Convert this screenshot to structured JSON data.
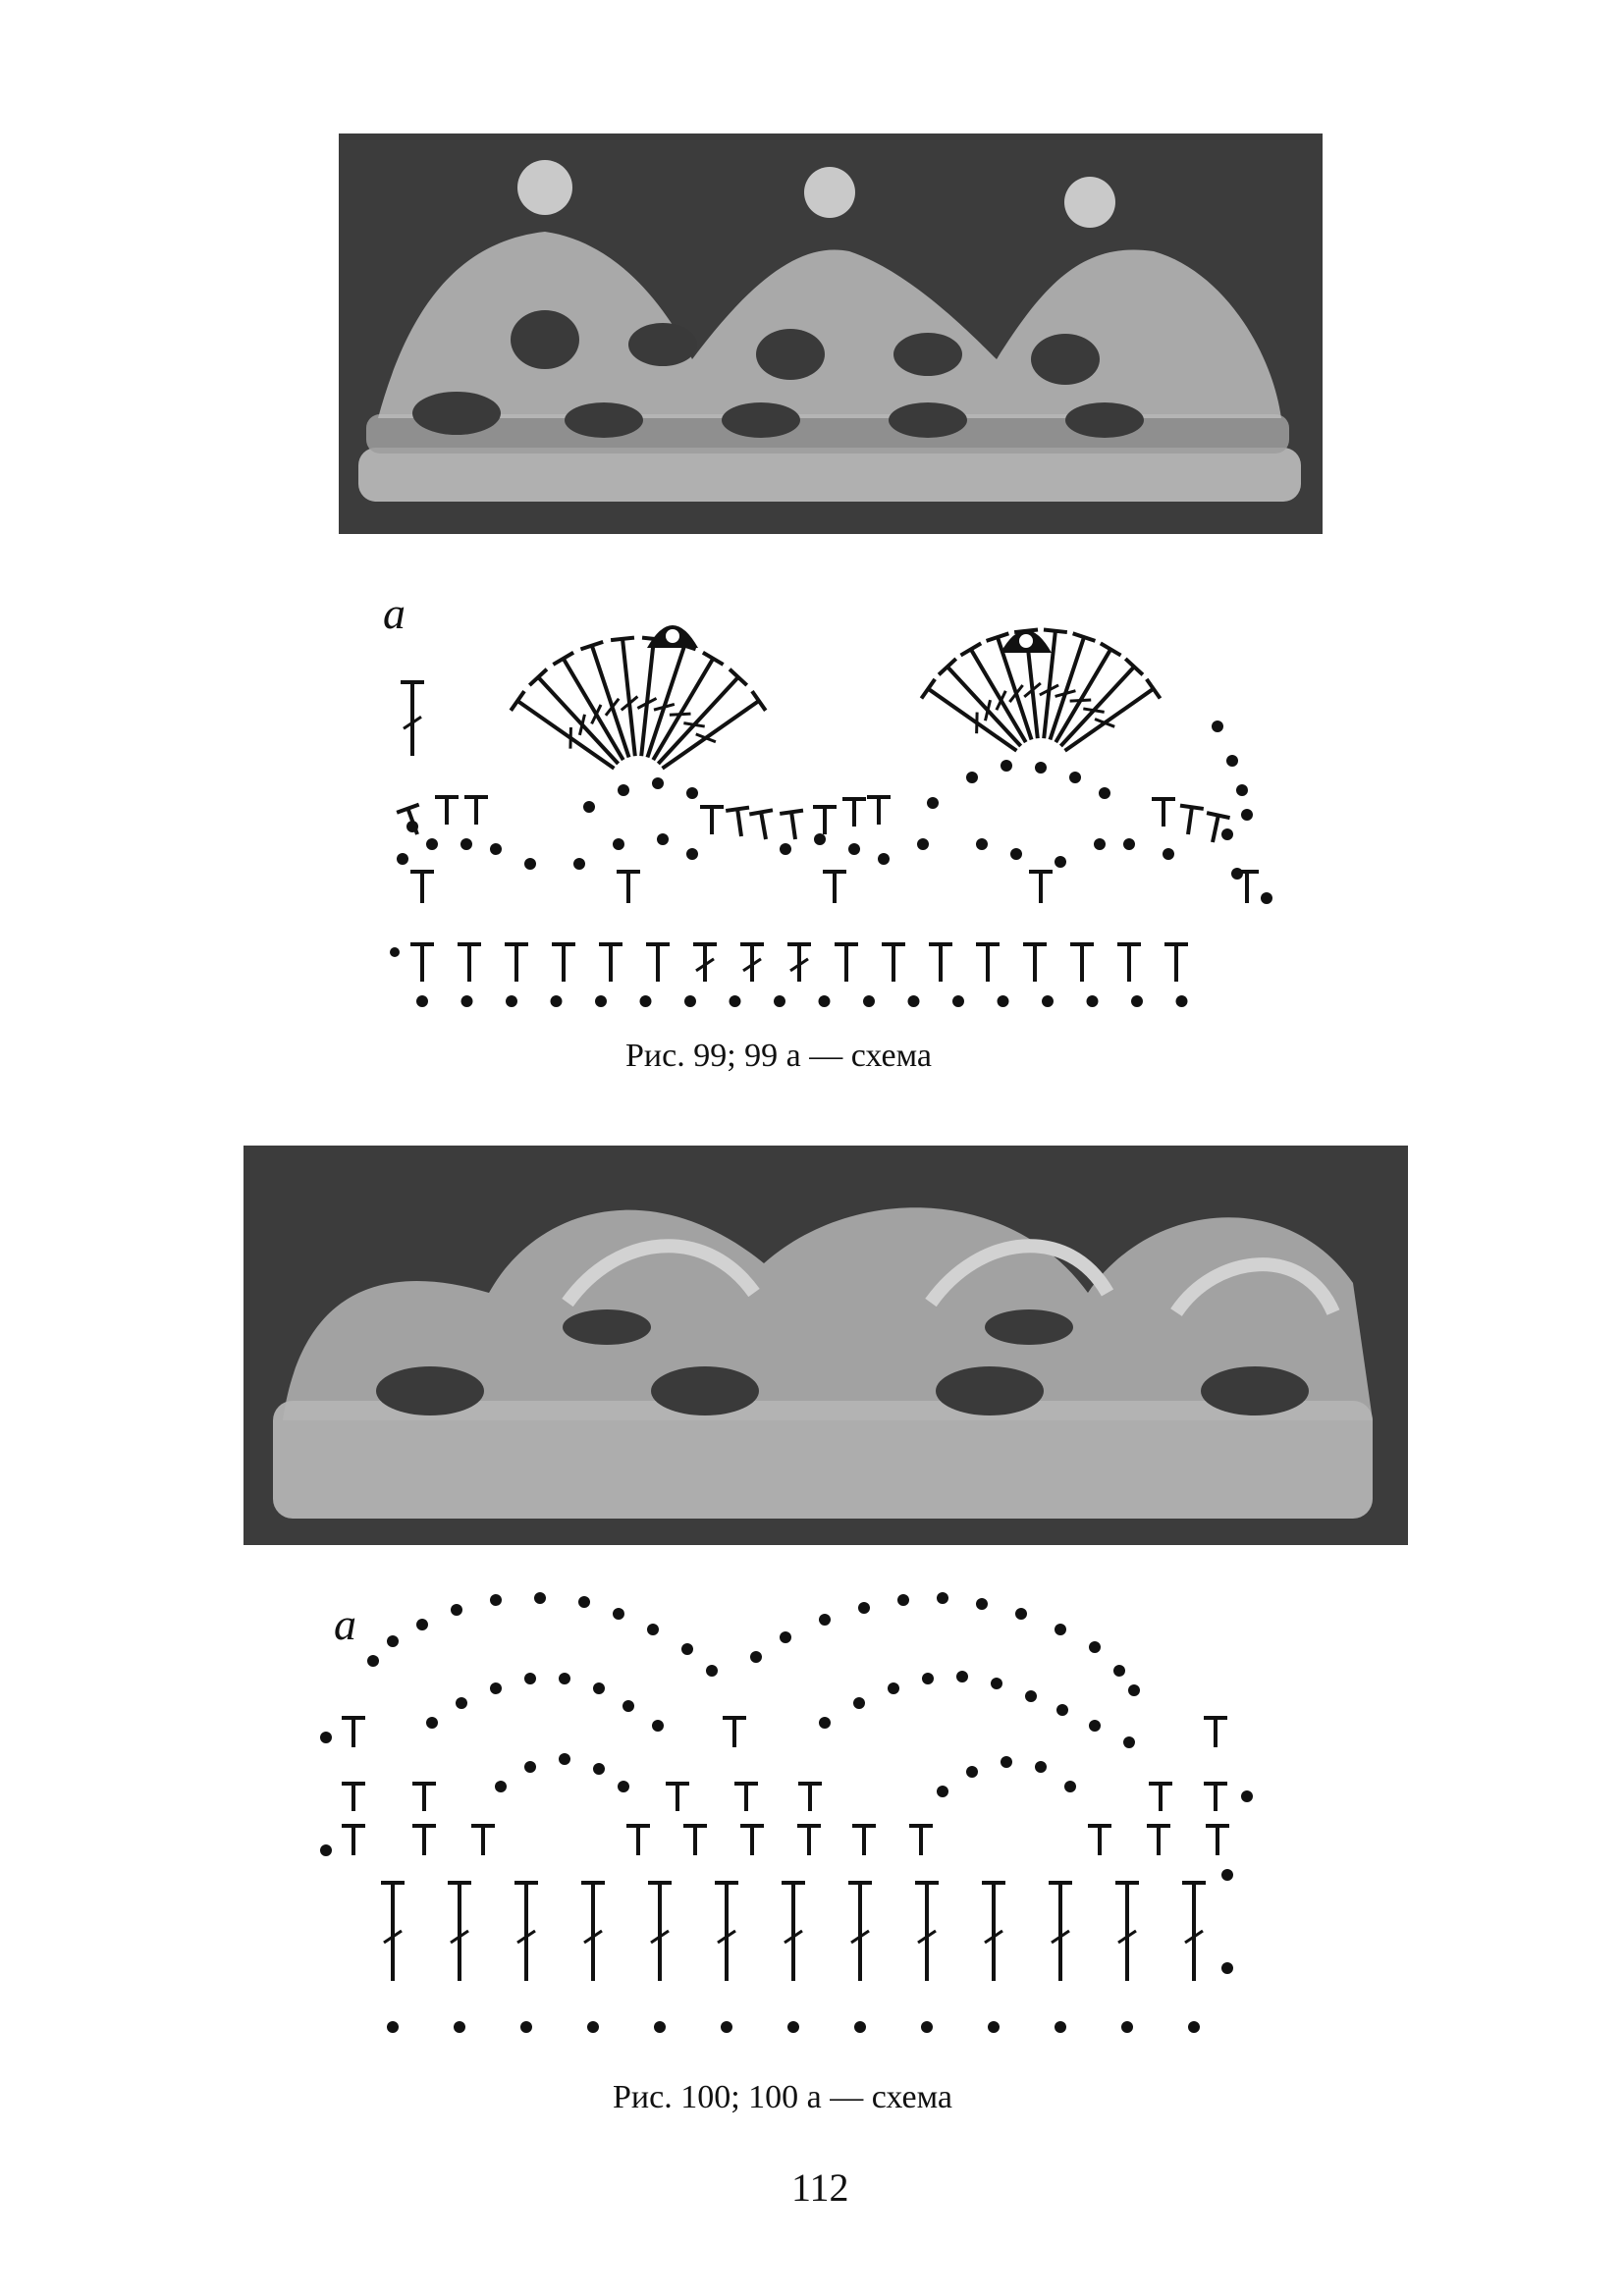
{
  "figures": [
    {
      "scheme_label": "a",
      "caption": "Рис. 99; 99 а — схема"
    },
    {
      "scheme_label": "a",
      "caption": "Рис. 100; 100 а — схема"
    }
  ],
  "page_number": "112",
  "colors": {
    "photo_background": "#3c3c3c",
    "yarn": "#c9c9c9",
    "ink": "#111111"
  }
}
